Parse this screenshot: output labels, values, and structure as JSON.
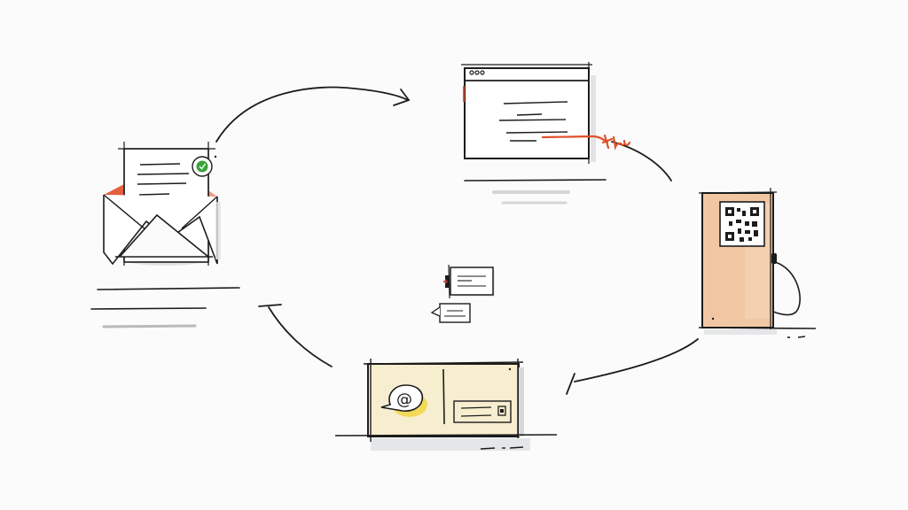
{
  "diagram": {
    "title": "",
    "style": "hand-drawn sketch",
    "flow_direction": "clockwise",
    "background": "#fbfbfb",
    "colors": {
      "ink": "#1c1c1c",
      "accent_orange": "#e0502a",
      "check_green": "#3aa33a",
      "kiosk_peach": "#f1c7a3",
      "postcard_cream": "#f7edcf",
      "highlight_yellow": "#f2d64a",
      "shadow_gray": "#d6d8db"
    },
    "nodes": [
      {
        "id": "envelope",
        "label": "",
        "icon": "open-envelope-with-document-icon",
        "badge": "check-badge-icon",
        "text_lines": 4
      },
      {
        "id": "browser",
        "label": "",
        "icon": "browser-window-icon",
        "window_dots": 3,
        "text_lines": 5,
        "annotation": "orange-squiggle"
      },
      {
        "id": "kiosk",
        "label": "",
        "icon": "qr-code-kiosk-icon",
        "qr": "qr-code-icon"
      },
      {
        "id": "postcard",
        "label": "",
        "icon": "postcard-icon",
        "symbol": "@",
        "stamp": "stamp-icon"
      },
      {
        "id": "messages",
        "label": "",
        "icon": "message-cards-icon",
        "cards": 2
      }
    ],
    "edges": [
      {
        "from": "envelope",
        "to": "browser",
        "shape": "curved-arrow"
      },
      {
        "from": "browser",
        "to": "kiosk",
        "shape": "curved-line"
      },
      {
        "from": "kiosk",
        "to": "postcard",
        "shape": "curved-arrow"
      },
      {
        "from": "postcard",
        "to": "envelope",
        "shape": "curved-arrow"
      }
    ],
    "postcard_symbol": "@"
  }
}
